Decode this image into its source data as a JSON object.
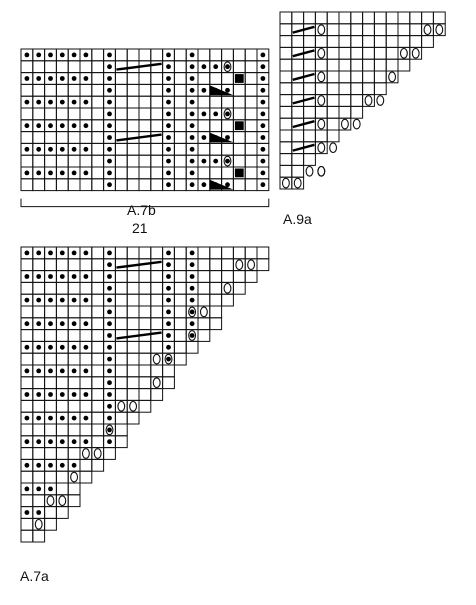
{
  "labels": {
    "a7b": "A.7b",
    "stitch_count": "21",
    "a9a": "A.9a",
    "a7a": "A.7a"
  },
  "colors": {
    "grid": "#111111",
    "fill": "#000000",
    "background": "#ffffff"
  },
  "charts": {
    "a7b": {
      "cols": 21,
      "rows": 12,
      "symbols": {
        "dot": "purl stitch",
        "oval": "yarn over",
        "square": "filled square",
        "triangle": "decrease wedge",
        "slash": "cable / slanted line"
      }
    },
    "a9a": {
      "cols": 14,
      "rows": 15,
      "shape": "staircase"
    },
    "a7a": {
      "cols": 21,
      "rows": 25,
      "shape": "staircase"
    }
  }
}
